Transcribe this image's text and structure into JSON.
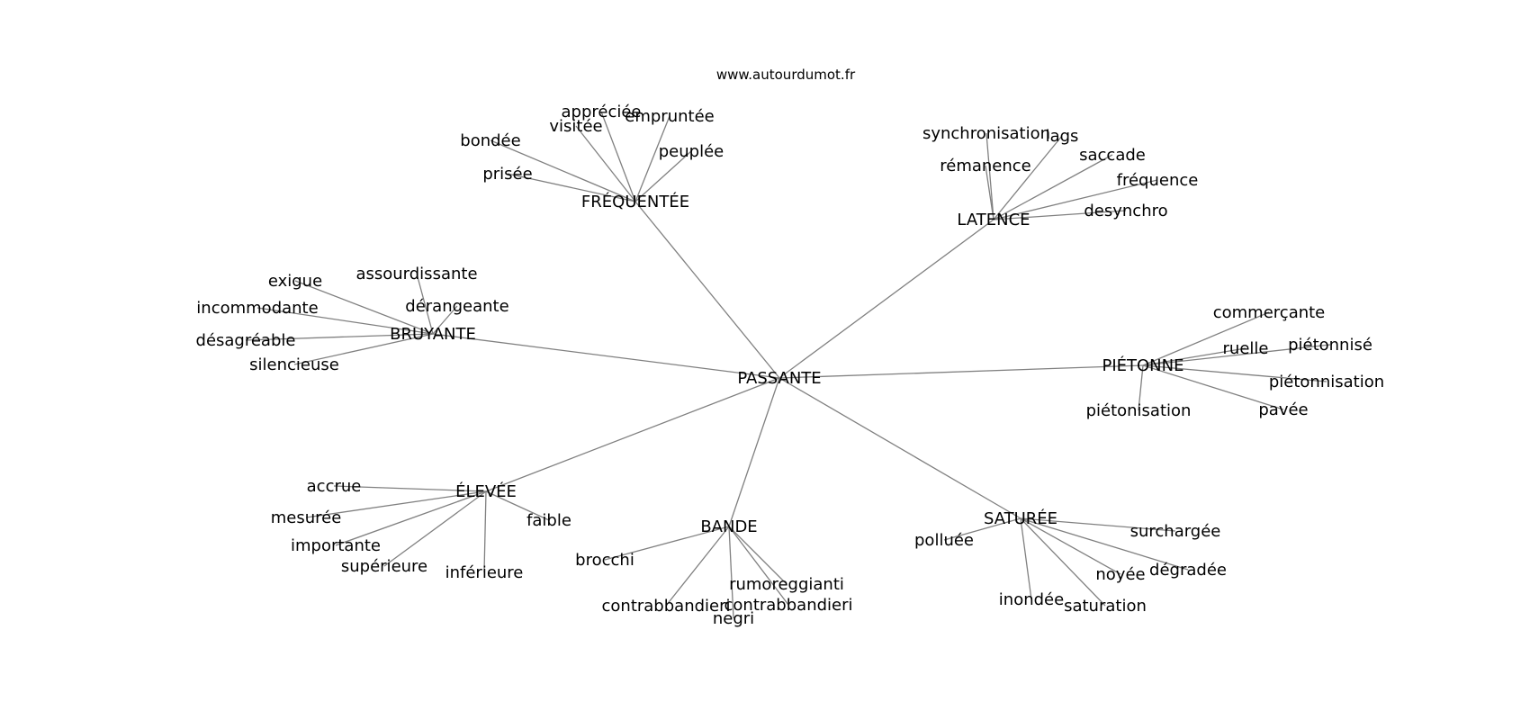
{
  "website": "www.autourdumot.fr",
  "colors": {
    "edge": "#808080",
    "text": "#000000",
    "background": "#ffffff"
  },
  "graph": {
    "center": "PASSANTE",
    "hubs": [
      {
        "label": "FRÉQUENTÉE",
        "leaves": [
          "appréciée",
          "visitée",
          "empruntée",
          "bondée",
          "peuplée",
          "prisée"
        ]
      },
      {
        "label": "LATENCE",
        "leaves": [
          "synchronisation",
          "lags",
          "rémanence",
          "saccade",
          "fréquence",
          "desynchro"
        ]
      },
      {
        "label": "BRUYANTE",
        "leaves": [
          "assourdissante",
          "exigue",
          "dérangeante",
          "incommodante",
          "désagréable",
          "silencieuse"
        ]
      },
      {
        "label": "PIÉTONNE",
        "leaves": [
          "commerçante",
          "ruelle",
          "piétonnisé",
          "piétonnisation",
          "piétonisation",
          "pavée"
        ]
      },
      {
        "label": "ÉLEVÉE",
        "leaves": [
          "accrue",
          "mesurée",
          "faible",
          "importante",
          "supérieure",
          "inférieure"
        ]
      },
      {
        "label": "BANDE",
        "leaves": [
          "brocchi",
          "rumoreggianti",
          "contrabbandieri",
          "contrabbandieri",
          "negri"
        ]
      },
      {
        "label": "SATURÉE",
        "leaves": [
          "polluée",
          "surchargée",
          "dégradée",
          "noyée",
          "inondée",
          "saturation"
        ]
      }
    ]
  }
}
